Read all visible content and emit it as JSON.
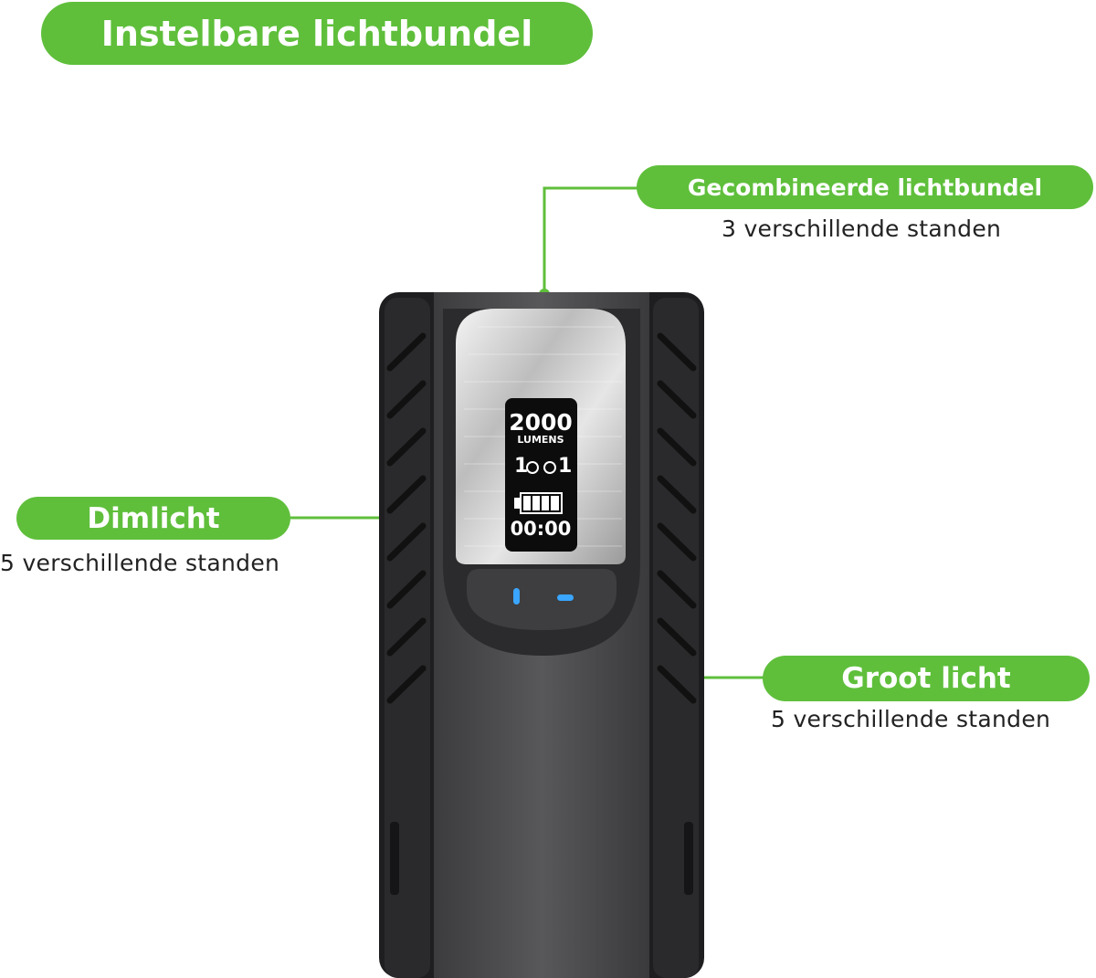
{
  "title": "Instelbare lichtbundel",
  "callouts": {
    "combined": {
      "label": "Gecombineerde lichtbundel",
      "sub": "3 verschillende standen"
    },
    "dim": {
      "label": "Dimlicht",
      "sub": "5 verschillende standen"
    },
    "high": {
      "label": "Groot licht",
      "sub": "5 verschillende standen"
    }
  },
  "display": {
    "lumens_value": "2000",
    "lumens_unit": "LUMENS",
    "left_mode": "1",
    "right_mode": "1",
    "timer": "00:00",
    "battery_level": 1.0
  },
  "colors": {
    "accent_green": "#5fbf3b",
    "led_blue": "#3aa6ff",
    "device_body": "#4a4a4c"
  }
}
